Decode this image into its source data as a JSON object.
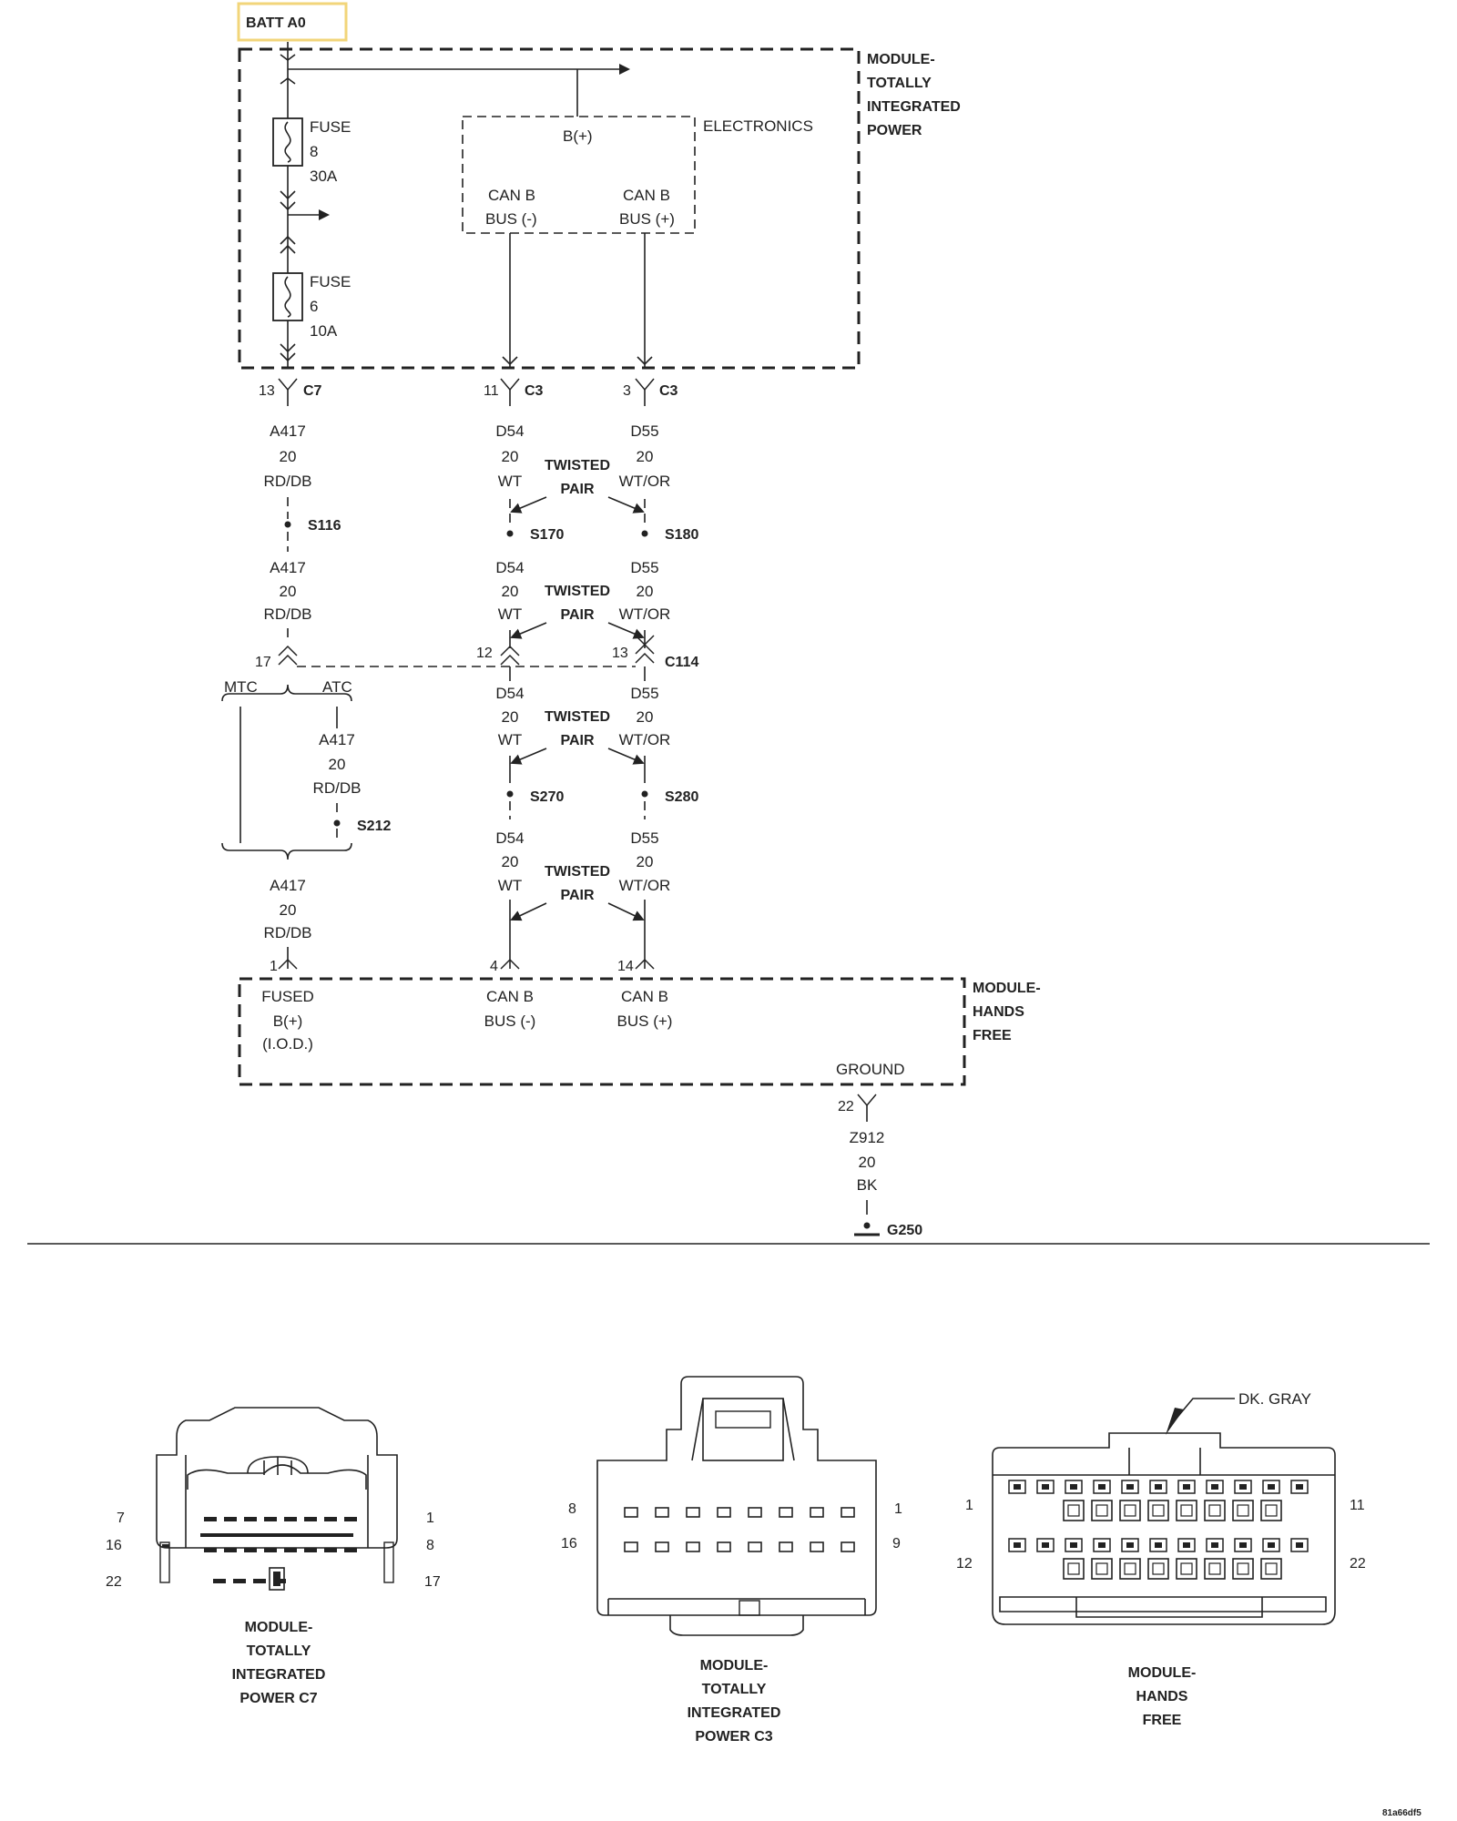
{
  "batt": "BATT A0",
  "tip_module": [
    "MODULE-",
    "TOTALLY",
    "INTEGRATED",
    "POWER"
  ],
  "fuse8": [
    "FUSE",
    "8",
    "30A"
  ],
  "fuse6": [
    "FUSE",
    "6",
    "10A"
  ],
  "electronics": "ELECTRONICS",
  "bplus": "B(+)",
  "canb_minus_top": [
    "CAN B",
    "BUS (-)"
  ],
  "canb_plus_top": [
    "CAN B",
    "BUS (+)"
  ],
  "pins_top": {
    "c7_pin": "13",
    "c7": "C7",
    "c3a_pin": "11",
    "c3a": "C3",
    "c3b_pin": "3",
    "c3b": "C3"
  },
  "a417": [
    "A417",
    "20",
    "RD/DB"
  ],
  "d54": [
    "D54",
    "20",
    "WT"
  ],
  "d55": [
    "D55",
    "20",
    "WT/OR"
  ],
  "twisted": [
    "TWISTED",
    "PAIR"
  ],
  "splices": {
    "s116": "S116",
    "s170": "S170",
    "s180": "S180",
    "s270": "S270",
    "s280": "S280",
    "s212": "S212"
  },
  "c114": {
    "p17": "17",
    "p12": "12",
    "p13": "13",
    "name": "C114"
  },
  "mtc": "MTC",
  "atc": "ATC",
  "bottom_pins": {
    "p1": "1",
    "p4": "4",
    "p14": "14"
  },
  "hf_fused": [
    "FUSED",
    "B(+)",
    "(I.O.D.)"
  ],
  "hf_canb_minus": [
    "CAN B",
    "BUS (-)"
  ],
  "hf_canb_plus": [
    "CAN B",
    "BUS (+)"
  ],
  "hf_module": [
    "MODULE-",
    "HANDS",
    "FREE"
  ],
  "ground": "GROUND",
  "g_pin": "22",
  "z912": [
    "Z912",
    "20",
    "BK"
  ],
  "g250": "G250",
  "conn_c7": {
    "pins": [
      "7",
      "16",
      "22",
      "1",
      "8",
      "17"
    ],
    "caption": [
      "MODULE-",
      "TOTALLY",
      "INTEGRATED",
      "POWER C7"
    ]
  },
  "conn_c3": {
    "pins": [
      "8",
      "16",
      "1",
      "9"
    ],
    "caption": [
      "MODULE-",
      "TOTALLY",
      "INTEGRATED",
      "POWER C3"
    ]
  },
  "conn_hf": {
    "pins": [
      "1",
      "12",
      "11",
      "22"
    ],
    "color": "DK. GRAY",
    "caption": [
      "MODULE-",
      "HANDS",
      "FREE"
    ]
  },
  "image_id": "81a66df5"
}
